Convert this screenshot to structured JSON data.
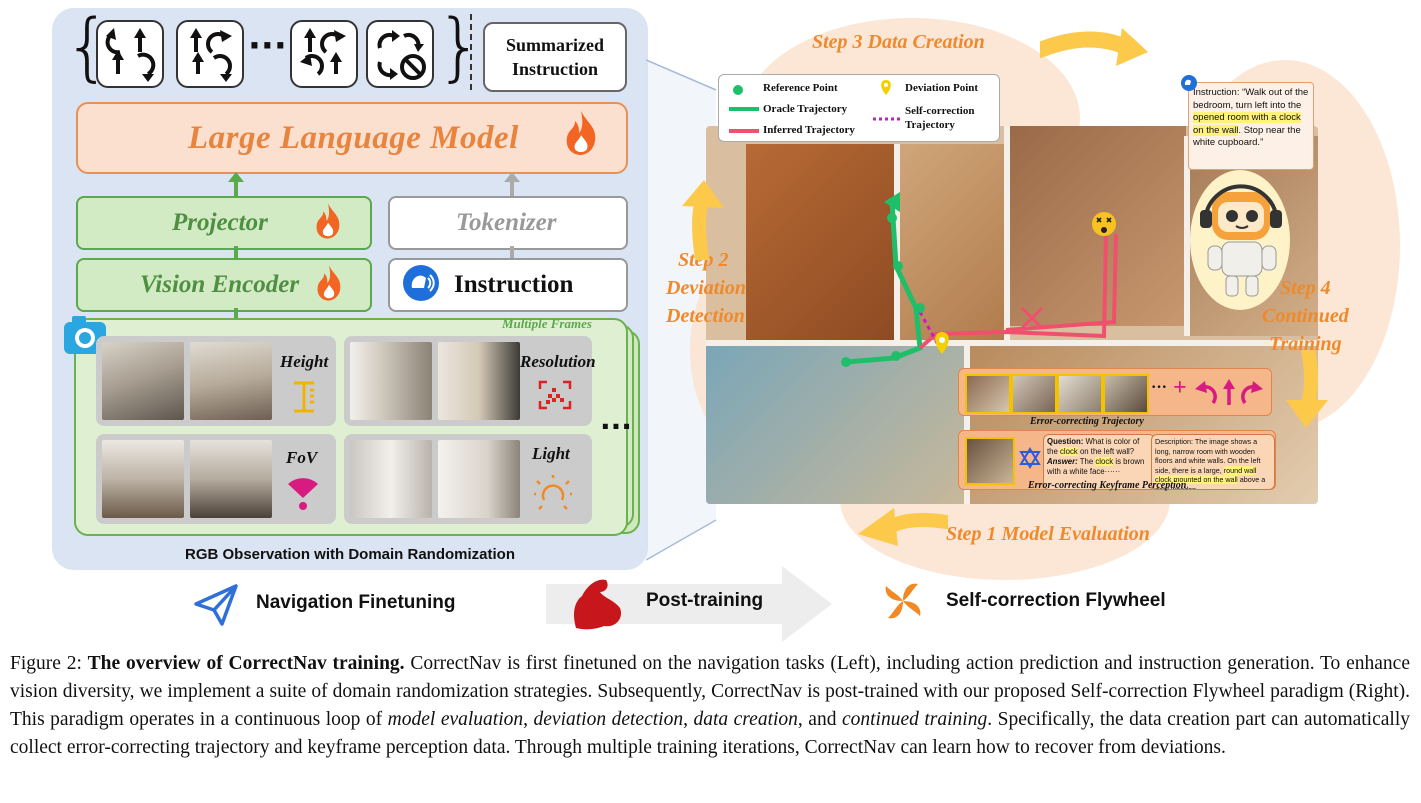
{
  "summarized_instruction": "Summarized\nInstruction",
  "llm_label": "Large Language Model",
  "projector_label": "Projector",
  "tokenizer_label": "Tokenizer",
  "vision_encoder_label": "Vision Encoder",
  "instruction_label": "Instruction",
  "multiple_frames_label": "Multiple Frames",
  "randomizations": [
    "Height",
    "Resolution",
    "FoV",
    "Light"
  ],
  "ellipsis_actions": "···",
  "ellipsis_frames": "···",
  "rgb_caption": "RGB Observation with Domain Randomization",
  "legend": {
    "reference_point": "Reference Point",
    "oracle_trajectory": "Oracle Trajectory",
    "inferred_trajectory": "Inferred Trajectory",
    "deviation_point": "Deviation Point",
    "self_correction_trajectory_1": "Self-correction",
    "self_correction_trajectory_2": "Trajectory"
  },
  "steps": {
    "step1": "Step 1 Model Evaluation",
    "step2_line1": "Step 2",
    "step2_line2": "Deviation",
    "step2_line3": "Detection",
    "step3": "Step 3 Data Creation",
    "step4_line1": "Step 4",
    "step4_line2": "Continued",
    "step4_line3": "Training"
  },
  "instruction_bubble": {
    "prefix": "Instruction: “Walk out of the bedroom, turn left into the ",
    "highlight": "opened room with a clock on the wall",
    "suffix": ". Stop near the white cupboard.”"
  },
  "error_traj_label": "Error-correcting Trajectory",
  "error_key_label": "Error-correcting Keyframe Perception",
  "qa": {
    "q_label": "Question:",
    "q_text_1": " What is color of the ",
    "q_clock": "clock",
    "q_text_2": " on the left wall?",
    "a_label": "Answer:",
    "a_text_1": " The ",
    "a_clock": "clock",
    "a_text_2": " is brown with a white face······"
  },
  "description": {
    "text_1": "Description: The image shows a long, narrow room with wooden floors and white walls. On the left side, there is a large, ",
    "highlight": "round wall clock mounted on the wall",
    "text_2": " above a dark wooden······"
  },
  "plus_sign": "+",
  "bottom": {
    "nav_finetuning": "Navigation Finetuning",
    "post_training": "Post-training",
    "flywheel": "Self-correction Flywheel"
  },
  "caption": {
    "fig_label": "Figure 2: ",
    "bold_title": "The overview of CorrectNav training.",
    "part1": " CorrectNav is first finetuned on the navigation tasks (Left), including action prediction and instruction generation. To enhance vision diversity, we implement a suite of domain randomization strategies. Subsequently, CorrectNav is post-trained with our proposed Self-correction Flywheel paradigm (Right). This paradigm operates in a continuous loop of ",
    "i1": "model evaluation",
    "sep1": ", ",
    "i2": "deviation detection",
    "sep2": ", ",
    "i3": "data creation",
    "sep3": ", and ",
    "i4": "continued training",
    "part2": ". Specifically, the data creation part can automatically collect error-correcting trajectory and keyframe perception data. Through multiple training iterations, CorrectNav can learn how to recover from deviations."
  },
  "colors": {
    "llm_orange": "#e8843e",
    "green": "#5aa94a",
    "oracle_green": "#1fbf6a",
    "inferred_red": "#f0506e",
    "self_correction_magenta": "#c020c0",
    "deviation_yellow": "#f5d000",
    "step_orange": "#ef8a2c"
  }
}
